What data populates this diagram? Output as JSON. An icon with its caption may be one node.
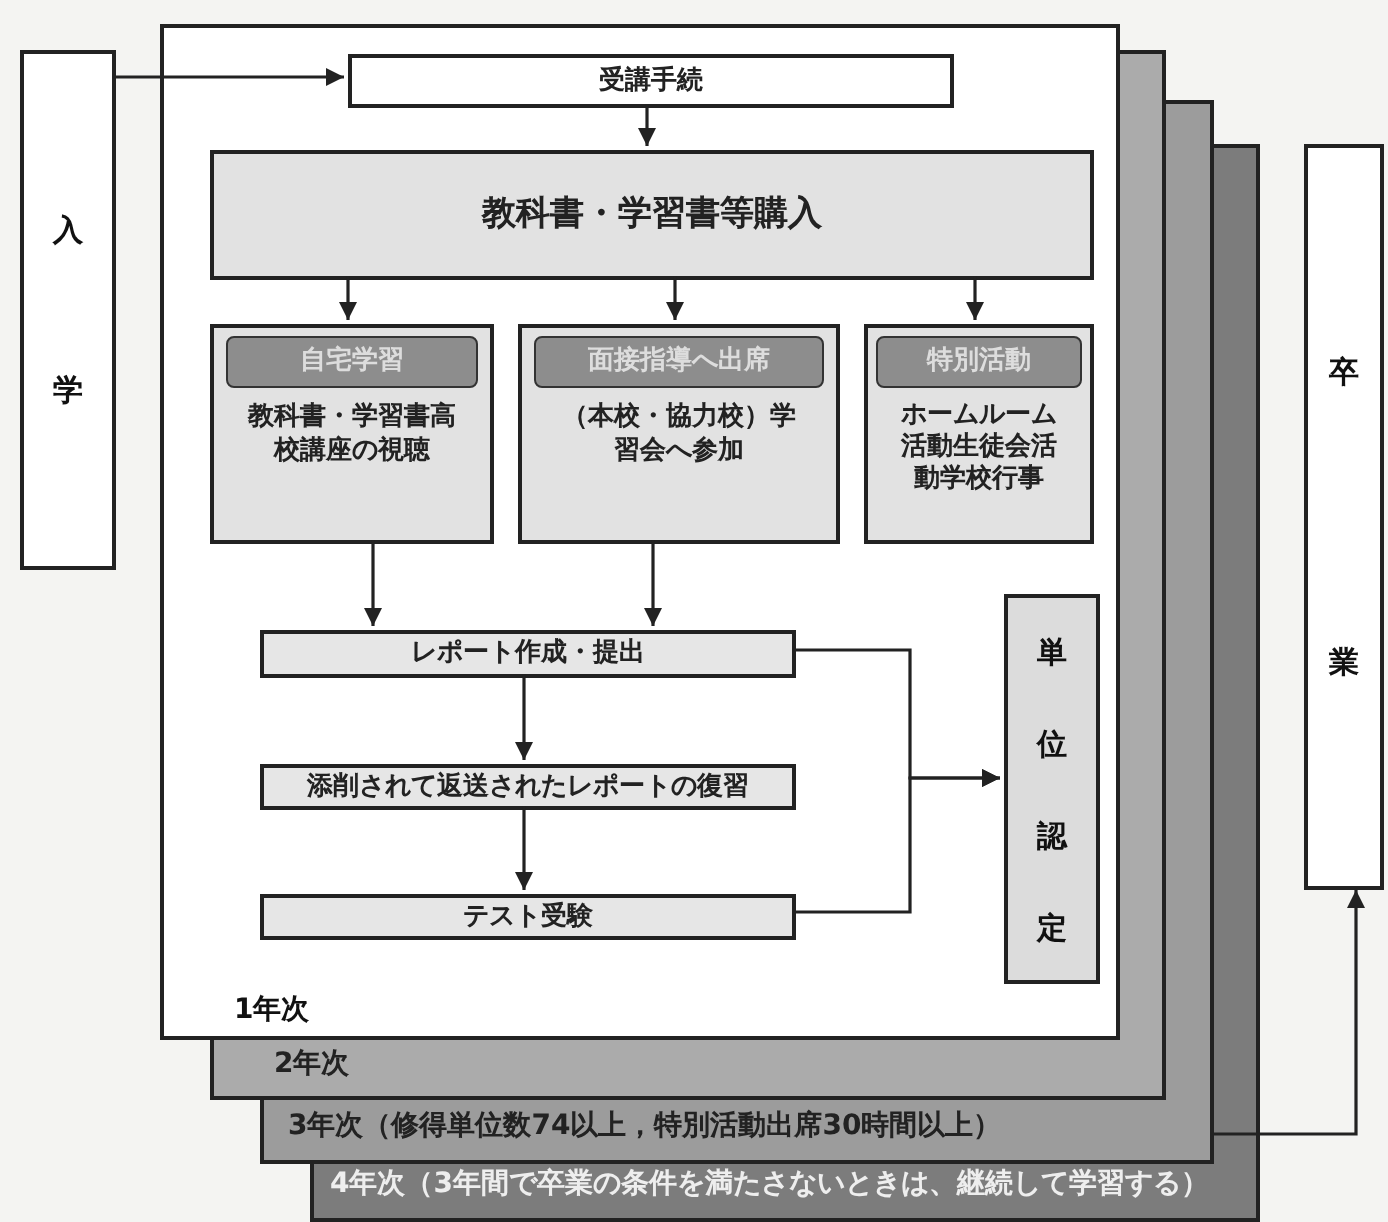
{
  "diagram": {
    "nodes": [
      {
        "text": [
          "入学"
        ]
      },
      {
        "text": [
          "1年次"
        ]
      },
      {
        "text": [
          "2年次"
        ]
      },
      {
        "text": [
          "3年次（修得単位数74以上，特別活動出席30時間以上）"
        ]
      },
      {
        "text": [
          "4年次（3年間で卒業の条件を満たさないときは、継続して学習する）"
        ]
      },
      {
        "text": [
          "受講手続"
        ],
        "in": 1
      },
      {
        "text": [
          "教科書・学習書等購入"
        ],
        "in": 1
      },
      {
        "text": [
          "自宅学習",
          "教科書・学習書高校講座の視聴"
        ],
        "in": 1
      },
      {
        "text": [
          "面接指導へ出席",
          "（本校・協力校）学習会へ参加"
        ],
        "in": 1
      },
      {
        "text": [
          "特別活動",
          "ホームルーム活動生徒会活動学校行事"
        ],
        "in": 1
      },
      {
        "text": [
          "レポート作成・提出"
        ],
        "in": 1
      },
      {
        "text": [
          "添削されて返送されたレポートの復習"
        ],
        "in": 1
      },
      {
        "text": [
          "テスト受験"
        ],
        "in": 1
      },
      {
        "text": [
          "単位認定"
        ],
        "in": 1
      },
      {
        "text": [
          "卒業"
        ]
      }
    ],
    "edges": [
      {
        "from": 0,
        "to": 5,
        "arrow": "to"
      },
      {
        "from": 5,
        "to": 6,
        "arrow": "to"
      },
      {
        "from": 6,
        "to": 7,
        "arrow": "to"
      },
      {
        "from": 6,
        "to": 8,
        "arrow": "to"
      },
      {
        "from": 6,
        "to": 9,
        "arrow": "to"
      },
      {
        "from": 7,
        "to": 10,
        "arrow": "to"
      },
      {
        "from": 8,
        "to": 10,
        "arrow": "to"
      },
      {
        "from": 10,
        "to": 11,
        "arrow": "to"
      },
      {
        "from": 11,
        "to": 12,
        "arrow": "to"
      },
      {
        "from": 10,
        "to": 13,
        "arrow": "to"
      },
      {
        "from": 12,
        "to": 13,
        "arrow": "to"
      },
      {
        "from": 3,
        "to": 14,
        "arrow": "to"
      }
    ]
  }
}
